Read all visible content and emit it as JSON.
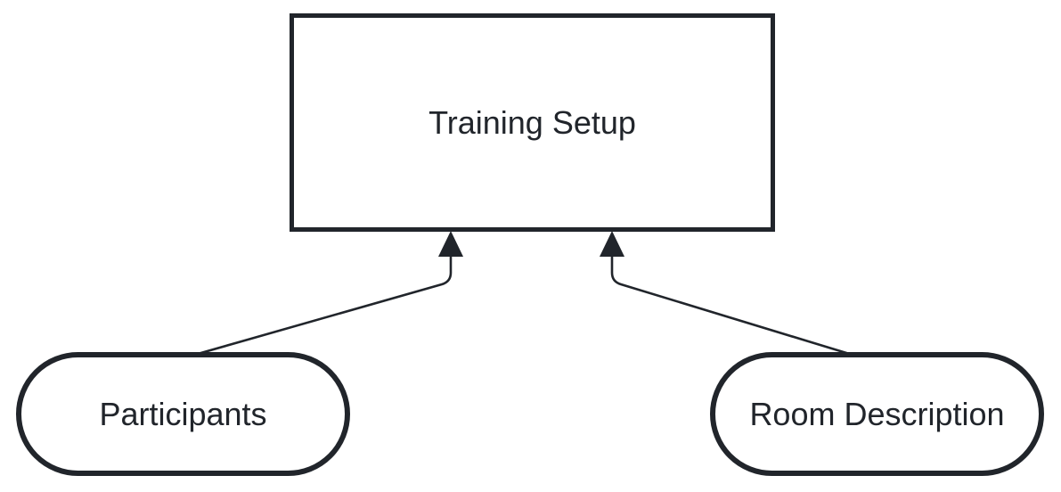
{
  "diagram": {
    "type": "flowchart",
    "background_color": "#ffffff",
    "stroke_color": "#21252b",
    "text_color": "#21252b",
    "nodes": [
      {
        "id": "training-setup",
        "label": "Training Setup",
        "shape": "rectangle"
      },
      {
        "id": "participants",
        "label": "Participants",
        "shape": "stadium"
      },
      {
        "id": "room-description",
        "label": "Room Description",
        "shape": "stadium"
      }
    ],
    "edges": [
      {
        "from": "participants",
        "to": "training-setup",
        "arrow": "filled-triangle-up"
      },
      {
        "from": "room-description",
        "to": "training-setup",
        "arrow": "filled-triangle-up"
      }
    ]
  }
}
